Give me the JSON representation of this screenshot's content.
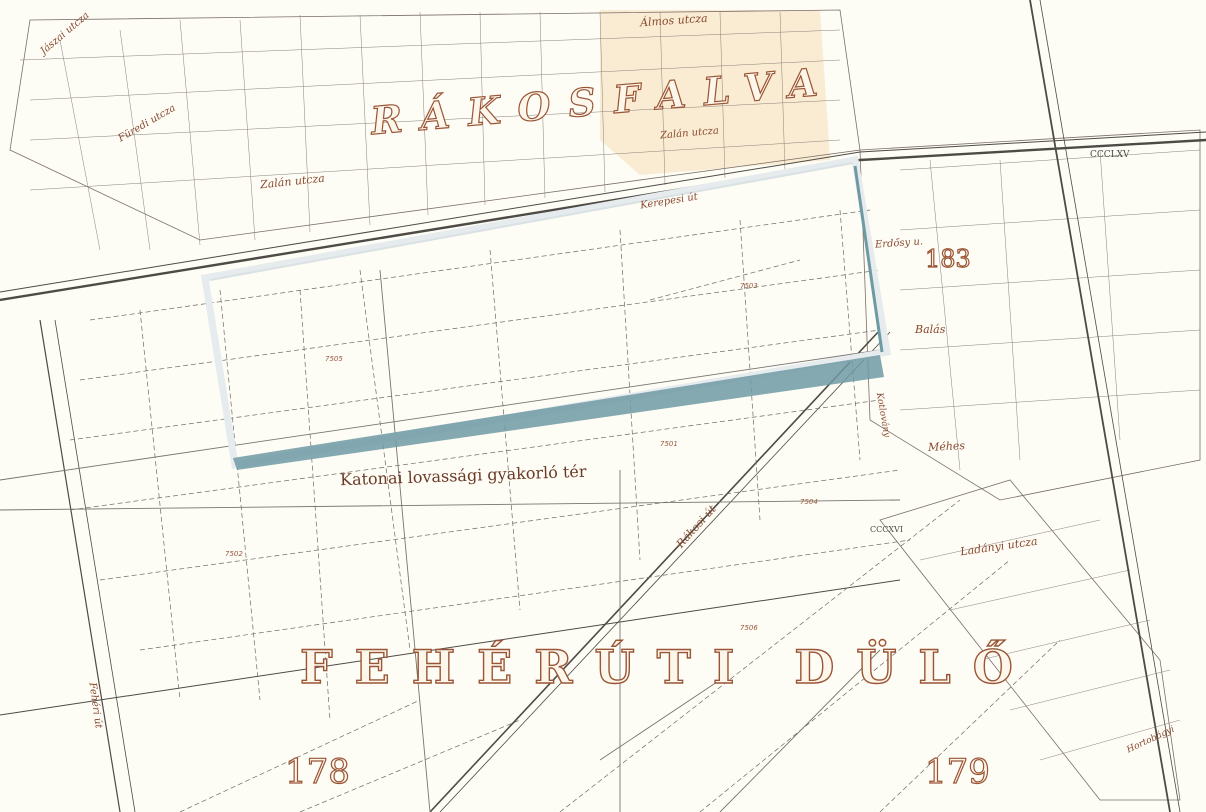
{
  "colors": {
    "paper": "#fdfcf5",
    "ink": "#8a4a30",
    "line": "#6e6a66",
    "built_up": "#f7e7c6",
    "highlight_outer": "#e6ebee",
    "highlight_inner": "#6e9aa3"
  },
  "labels": {
    "district_rakosfalva": "RÁKOSFALVA",
    "district_feheruti_dulo": "FEHÉRÚTI DÜLŐ",
    "military_field": "Katonai lovassági gyakorló tér",
    "area_178": "178",
    "area_179": "179",
    "area_183": "183",
    "road_rakosi": "Rákosi út",
    "road_kerepesi": "Kerepesi út",
    "road_feheri": "Fehéri út",
    "street_almos": "Álmos utcza",
    "street_zalan": "Zalán utcza",
    "street_zalan_2": "Zalán utcza",
    "street_balas": "Balás",
    "street_mehes": "Méhes",
    "street_ladanyi": "Ladányi utcza",
    "street_erdosy": "Erdősy u.",
    "street_kotlovany": "Kotlovány",
    "street_hortobagyi": "Hortobágyi",
    "street_jaszai": "Jászai utcza",
    "street_furedi": "Füredi utcza",
    "roman_cccxv": "CCCLXV",
    "roman_cccxvi": "CCCXVI",
    "parcel_7503": "7503",
    "parcel_7505": "7505",
    "parcel_7502": "7502",
    "parcel_7504": "7504",
    "parcel_7506": "7506",
    "parcel_7501": "7501"
  }
}
